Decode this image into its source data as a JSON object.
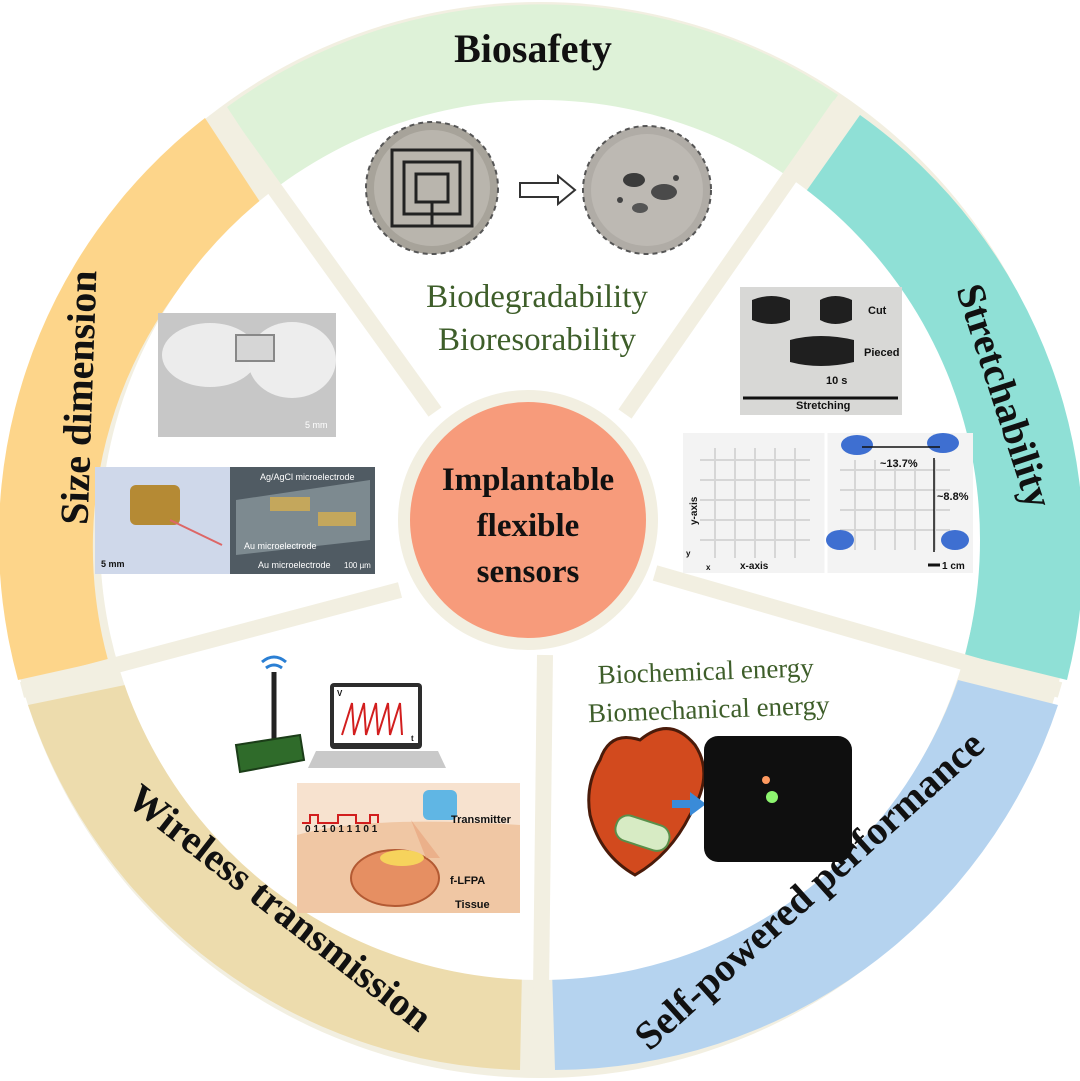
{
  "center": {
    "lines": [
      "Implantable",
      "flexible",
      "sensors"
    ]
  },
  "segments": {
    "biosafety": {
      "title": "Biosafety",
      "color": "#def2d8",
      "captions": [
        "Biodegradability",
        "Bioresorability"
      ]
    },
    "stretchability": {
      "title": "Stretchability",
      "color": "#8fe0d6",
      "labels": {
        "cut": "Cut",
        "pieced": "Pieced",
        "time": "10 s",
        "stretching": "Stretching",
        "strain_x": "~13.7%",
        "strain_y": "~8.8%",
        "y_axis": "y-axis",
        "x_axis": "x-axis",
        "scale": "1 cm",
        "y": "y",
        "x": "x"
      }
    },
    "self_powered": {
      "title": "Self-powered performance",
      "color": "#b5d3ef",
      "captions": [
        "Biochemical energy",
        "Biomechanical energy"
      ]
    },
    "wireless": {
      "title": "Wireless transmission",
      "color": "#eddcad",
      "labels": {
        "bits": "0 1 1 0 1 1 1 0 1",
        "transmitter": "Transmitter",
        "f_lfpa": "f-LFPA",
        "tissue": "Tissue",
        "v": "V",
        "t": "t"
      }
    },
    "size": {
      "title": "Size dimension",
      "color": "#fdd58a",
      "labels": {
        "scale_5mm_a": "5 mm",
        "scale_5mm_b": "5 mm",
        "ag_electrode": "Ag/AgCl microelectrode",
        "au_electrode_1": "Au microelectrode",
        "au_electrode_2": "Au microelectrode",
        "scale_100um": "100 µm"
      }
    }
  }
}
